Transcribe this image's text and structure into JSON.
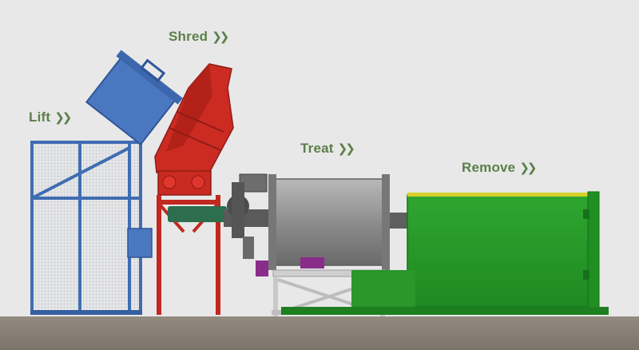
{
  "steps": {
    "lift": {
      "label": "Lift",
      "arrow": "❯❯"
    },
    "shred": {
      "label": "Shred",
      "arrow": "❯❯"
    },
    "treat": {
      "label": "Treat",
      "arrow": "❯❯"
    },
    "remove": {
      "label": "Remove",
      "arrow": "❯❯"
    }
  },
  "colors": {
    "background": "#e8e8e8",
    "label": "#5b7f4a",
    "lift_frame": "#3f6db3",
    "bin": "#4a78c0",
    "shredder": "#cc2b22",
    "drum": "#8e8e8e",
    "container": "#2f9a2f",
    "ground": "#8a8178"
  }
}
